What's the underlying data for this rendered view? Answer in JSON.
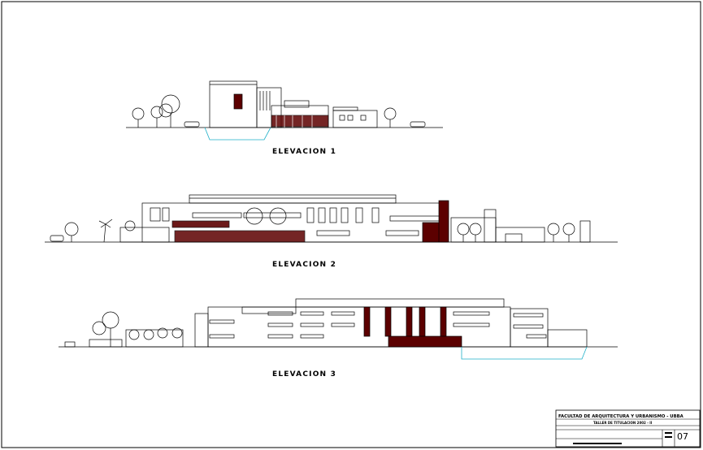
{
  "drawing": {
    "elevations": [
      {
        "label": "ELEVACION  1"
      },
      {
        "label": "ELEVACION  2"
      },
      {
        "label": "ELEVACION  3"
      }
    ]
  },
  "title_block": {
    "institution": "FACULTAD DE ARQUITECTURA Y URBANISMO - UBBA",
    "course": "TALLER DE TITULACION 2002 - II",
    "sheet_number": "07"
  },
  "colors": {
    "line": "#000000",
    "fill_dark": "#5c0000",
    "accent_cyan": "#1fb0c8"
  }
}
